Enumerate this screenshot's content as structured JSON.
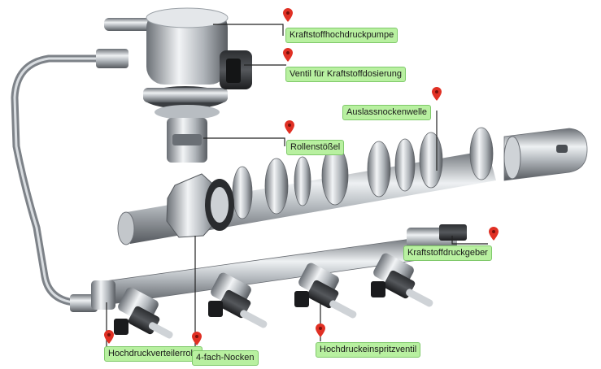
{
  "colors": {
    "label_bg": "#b8f0a0",
    "label_border": "#7fc96a",
    "pin": "#e03024",
    "leader": "#222222",
    "metal_dark": "#5e6268",
    "metal_mid": "#9aa0a6",
    "metal_light": "#e6e9ec",
    "connector_black": "#1e1f21"
  },
  "icons": {
    "marker": "map-pin-icon"
  },
  "labels": [
    {
      "id": "kraftstoffhochdruckpumpe",
      "text": "Kraftstoffhochdruckpumpe"
    },
    {
      "id": "ventil-kraftstoffdosierung",
      "text": "Ventil für Kraftstoffdosierung"
    },
    {
      "id": "auslassnockenwelle",
      "text": "Auslassnockenwelle"
    },
    {
      "id": "rollenstoessel",
      "text": "Rollenstößel"
    },
    {
      "id": "kraftstoffdruckgeber",
      "text": "Kraftstoffdruckgeber"
    },
    {
      "id": "hochdruckverteilerrohr",
      "text": "Hochdruckverteilerrohr"
    },
    {
      "id": "vierfach-nocken",
      "text": "4-fach-Nocken"
    },
    {
      "id": "hochdruckeinspritzventil",
      "text": "Hochdruckeinspritzventil"
    }
  ]
}
